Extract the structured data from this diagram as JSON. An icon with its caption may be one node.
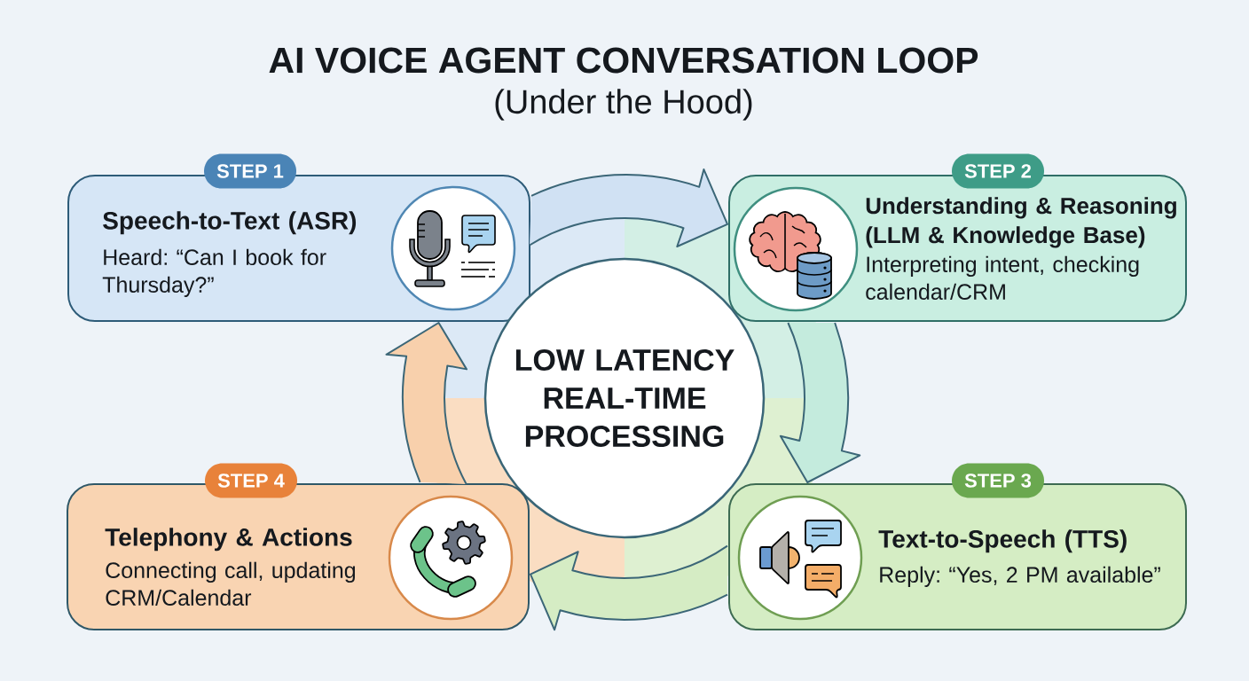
{
  "diagram": {
    "title": "AI VOICE AGENT CONVERSATION LOOP",
    "nodes": [
      {
        "text": [
          "STEP 1",
          "Speech-to-Text (ASR)",
          "Heard: “Can I book for Thursday?”"
        ]
      },
      {
        "text": [
          "STEP 2",
          "Understanding & Reasoning (LLM & Knowledge Base)",
          "Interpreting intent, checking calendar/CRM"
        ]
      },
      {
        "text": [
          "LOW LATENCY REAL-TIME PROCESSING"
        ]
      },
      {
        "text": [
          "STEP 4",
          "Telephony & Actions",
          "Connecting call, updating CRM/Calendar"
        ]
      },
      {
        "text": [
          "STEP 3",
          "Text-to-Speech (TTS)",
          "Reply: “Yes, 2 PM available”"
        ]
      }
    ],
    "edges": [
      {
        "from": 0,
        "to": 1,
        "arrow": "to",
        "color": "#d0e1f3"
      },
      {
        "from": 1,
        "to": 4,
        "arrow": "to",
        "color": "#c4ebdd"
      },
      {
        "from": 4,
        "to": 3,
        "arrow": "to",
        "color": "#d5ecc4"
      },
      {
        "from": 3,
        "to": 0,
        "arrow": "to",
        "color": "#f8d0ac"
      }
    ],
    "labels": [
      "(Under the Hood)"
    ]
  }
}
